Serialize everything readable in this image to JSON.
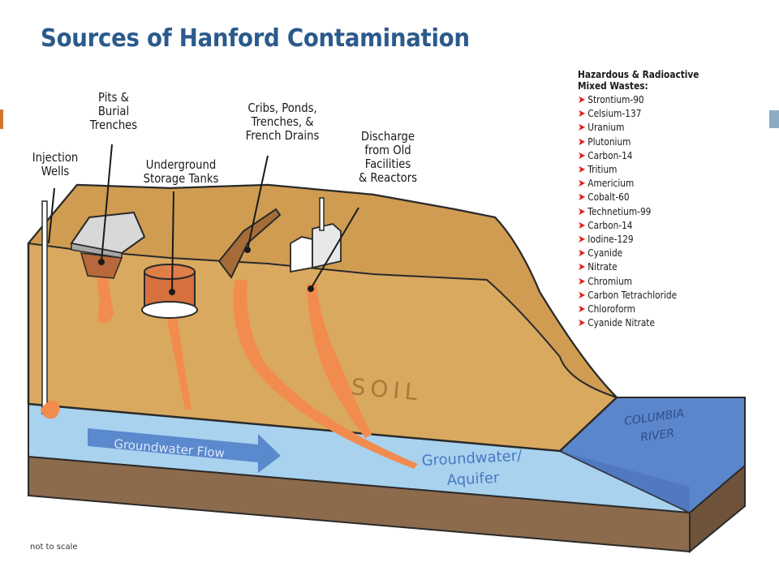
{
  "title": "Sources of Hanford Contamination",
  "labels": {
    "injection_wells": "Injection\nWells",
    "pits_trenches": "Pits &\nBurial\nTrenches",
    "storage_tanks": "Underground\nStorage Tanks",
    "cribs_ponds": "Cribs, Ponds,\nTrenches, &\nFrench Drains",
    "discharge": "Discharge\nfrom Old\nFacilities\n& Reactors",
    "soil": "SOIL",
    "groundwater_flow": "Groundwater Flow",
    "groundwater_aquifer": "Groundwater/\nAquifer",
    "columbia_river": "COLUMBIA\nRIVER"
  },
  "legend": {
    "title": "Hazardous & Radioactive\nMixed Wastes:",
    "items": [
      "Strontium-90",
      "Celsium-137",
      "Uranium",
      "Plutonium",
      "Carbon-14",
      "Tritium",
      "Americium",
      "Cobalt-60",
      "Technetium-99",
      "Carbon-14",
      "Iodine-129",
      "Cyanide",
      "Nitrate",
      "Chromium",
      "Carbon Tetrachloride",
      "Chloroform",
      "Cyanide Nitrate"
    ]
  },
  "note": "not to scale",
  "colors": {
    "soil": "#d9a95f",
    "soil_top": "#c8944b",
    "aquifer": "#a8d2ee",
    "river": "#4a78c2",
    "bedrock": "#8c6a4c",
    "plume": "#f28c4e",
    "legend_arrow": "#e0201c",
    "title": "#2b5a8c"
  }
}
